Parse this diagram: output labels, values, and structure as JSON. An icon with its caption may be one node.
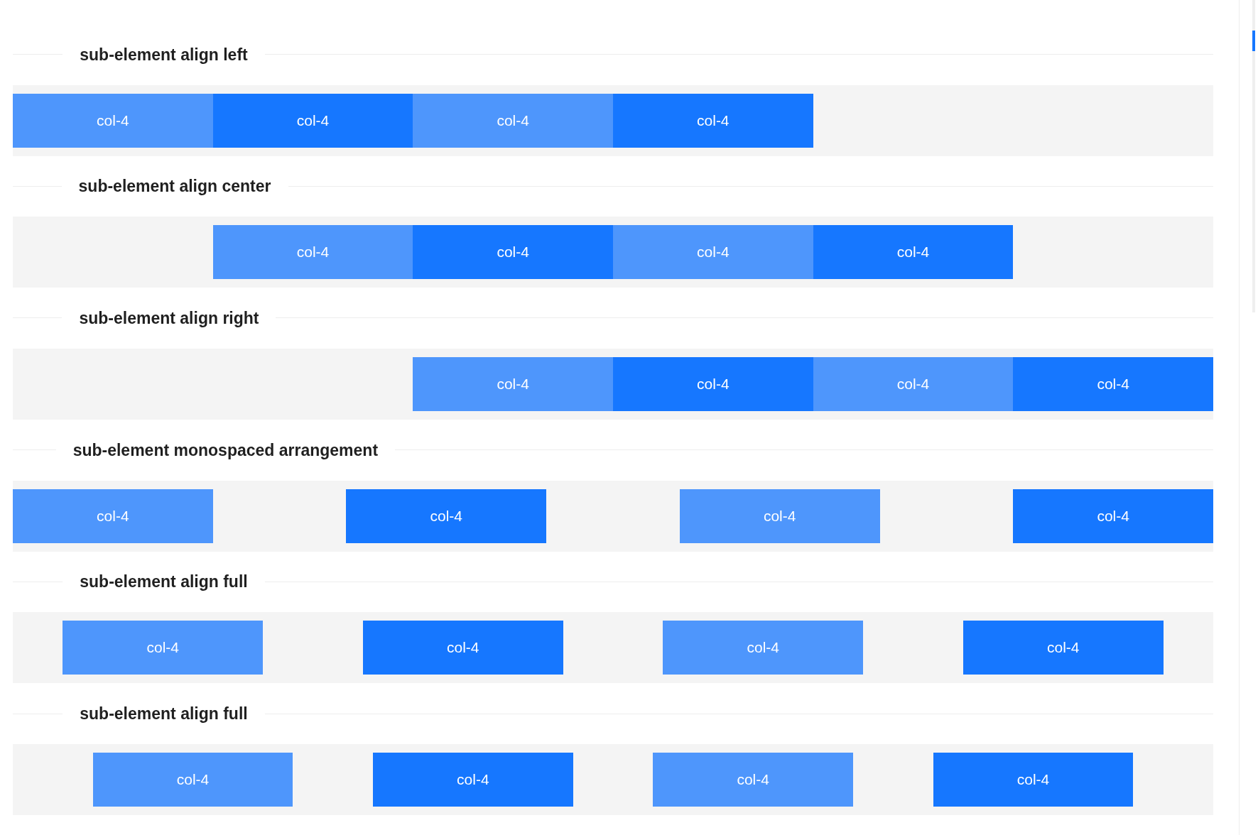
{
  "diagram": {
    "nodes": [
      {
        "text": [
          "sub-element align left"
        ]
      },
      {
        "text": [
          "col-4"
        ],
        "in": 0
      },
      {
        "text": [
          "col-4"
        ],
        "in": 0
      },
      {
        "text": [
          "col-4"
        ],
        "in": 0
      },
      {
        "text": [
          "col-4"
        ],
        "in": 0
      },
      {
        "text": [
          "sub-element align center"
        ]
      },
      {
        "text": [
          "col-4"
        ],
        "in": 5
      },
      {
        "text": [
          "col-4"
        ],
        "in": 5
      },
      {
        "text": [
          "col-4"
        ],
        "in": 5
      },
      {
        "text": [
          "col-4"
        ],
        "in": 5
      },
      {
        "text": [
          "sub-element align right"
        ]
      },
      {
        "text": [
          "col-4"
        ],
        "in": 10
      },
      {
        "text": [
          "col-4"
        ],
        "in": 10
      },
      {
        "text": [
          "col-4"
        ],
        "in": 10
      },
      {
        "text": [
          "col-4"
        ],
        "in": 10
      },
      {
        "text": [
          "sub-element monospaced arrangement"
        ]
      },
      {
        "text": [
          "col-4"
        ],
        "in": 15
      },
      {
        "text": [
          "col-4"
        ],
        "in": 15
      },
      {
        "text": [
          "col-4"
        ],
        "in": 15
      },
      {
        "text": [
          "col-4"
        ],
        "in": 15
      },
      {
        "text": [
          "sub-element align full"
        ]
      },
      {
        "text": [
          "col-4"
        ],
        "in": 20
      },
      {
        "text": [
          "col-4"
        ],
        "in": 20
      },
      {
        "text": [
          "col-4"
        ],
        "in": 20
      },
      {
        "text": [
          "col-4"
        ],
        "in": 20
      },
      {
        "text": [
          "sub-element align full"
        ]
      },
      {
        "text": [
          "col-4"
        ],
        "in": 25
      },
      {
        "text": [
          "col-4"
        ],
        "in": 25
      },
      {
        "text": [
          "col-4"
        ],
        "in": 25
      },
      {
        "text": [
          "col-4"
        ],
        "in": 25
      }
    ]
  }
}
